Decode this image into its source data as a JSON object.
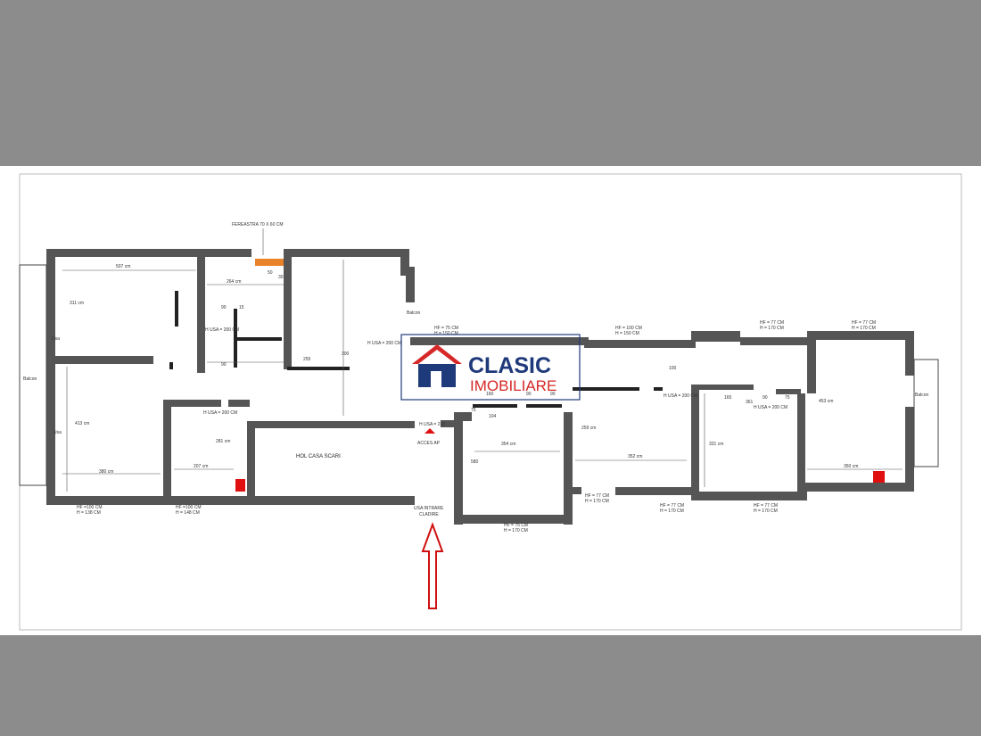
{
  "watermark": {
    "line1": "CLASIC",
    "line2": "IMOBILIARE",
    "colors": {
      "red": "#d62828",
      "blue": "#1f3a7a"
    }
  },
  "labels": {
    "window_top": "FEREASTRA 70 X 60 CM",
    "hol": "HOL CASA SCARI",
    "entrance_line1": "USA INTRARE",
    "entrance_line2": "CLADIRE",
    "access": "ACCES AP",
    "balcon_left": "Balcon",
    "balcon_right": "Balcon",
    "balcon_top": "Balcon",
    "usa_left": "Usa",
    "usa_left2": "Usa",
    "h_usa_200_a": "H USA = 200 CM",
    "h_usa_200_b": "H USA = 200 CM",
    "h_usa_200_c": "H USA = 200 CM",
    "h_usa_200_d": "H USA = 200 CM",
    "h_usa_200_e": "H USA = 200 CM",
    "h_usa_210": "H USA = 210",
    "hf_bl1": "HF =100 CM",
    "hf_bl2": "H = 138 CM",
    "hf_bl3": "HF =100 CM",
    "hf_bl4": "H = 148 CM",
    "hf_bc1": "HF = 75 CM",
    "hf_bc2": "H = 170 CM",
    "hf_r1a": "HF = 77 CM",
    "hf_r1b": "H = 170 CM",
    "hf_r2a": "HF = 77 CM",
    "hf_r2b": "H = 170 CM",
    "hf_r3a": "HF = 77 CM",
    "hf_r3b": "H = 170 CM",
    "hf_top1a": "HF = 75 CM",
    "hf_top1b": "H = 150 CM",
    "hf_top2a": "HF = 100 CM",
    "hf_top2b": "H = 150 CM",
    "hf_top3a": "HF = 77 CM",
    "hf_top3b": "H = 170 CM",
    "hf_top4a": "HF = 77 CM",
    "hf_top4b": "H = 170 CM"
  },
  "dimensions": {
    "d507": "507 cm",
    "d311": "311 cm",
    "d264": "264 cm",
    "d413": "413 cm",
    "d380": "380 cm",
    "d207": "207 cm",
    "d281": "281 cm",
    "d354": "354 cm",
    "d300": "300",
    "d255": "255",
    "d580": "580",
    "d259": "259 cm",
    "d352": "352 cm",
    "d331": "331 cm",
    "d453": "453 cm",
    "d350": "350 cm",
    "d160a": "160",
    "d90a": "90",
    "d90b": "90",
    "d100": "100",
    "d165": "165",
    "d75": "75",
    "d90c": "90",
    "d361": "361",
    "d104": "104",
    "d75b": "75",
    "d50": "50",
    "d30": "30",
    "d90d": "90",
    "d90e": "90",
    "d15": "15"
  }
}
